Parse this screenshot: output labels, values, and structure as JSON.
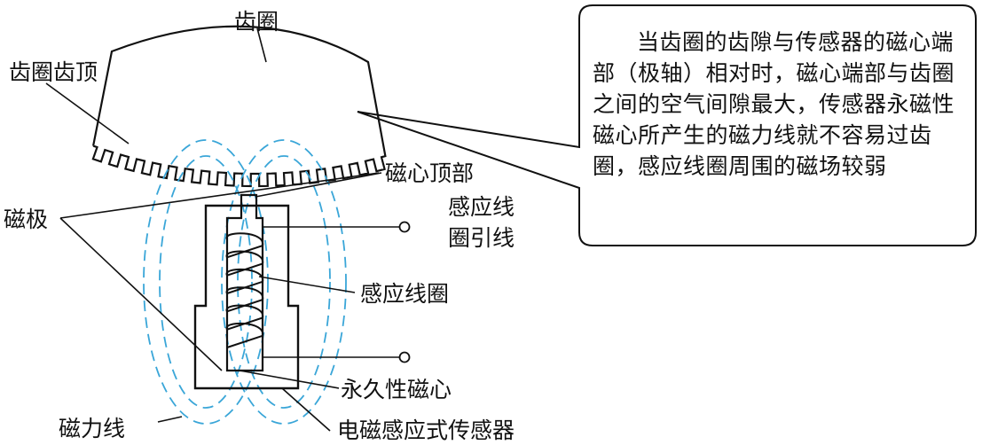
{
  "labels": {
    "gear_ring": "齿圈",
    "gear_tooth_top": "齿圈齿顶",
    "core_top": "磁心顶部",
    "magnetic_pole": "磁极",
    "coil_lead_line1": "感应线",
    "coil_lead_line2": "圈引线",
    "induction_coil": "感应线圈",
    "permanent_core": "永久性磁心",
    "flux_lines": "磁力线",
    "sensor": "电磁感应式传感器"
  },
  "callout": {
    "text": "当齿圈的齿隙与传感器的磁心端部（极轴）相对时，磁心端部与齿圈之间的空气间隙最大，传感器永磁性磁心所产生的磁力线就不容易过齿圈，感应线圈周围的磁场较弱"
  },
  "colors": {
    "line": "#111111",
    "flux": "#3aa6d8"
  }
}
